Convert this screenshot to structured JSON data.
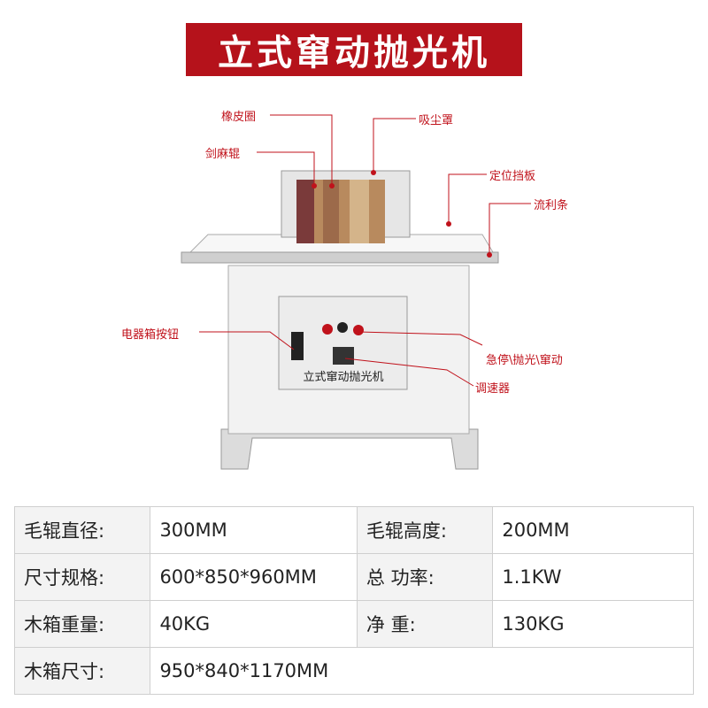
{
  "title": "立式窜动抛光机",
  "machine_panel_text": "立式窜动抛光机",
  "callouts": {
    "rubber_ring": "橡皮圈",
    "sword_roller": "剑麻辊",
    "dust_hood": "吸尘罩",
    "fence": "定位挡板",
    "flow_strip": "流利条",
    "electric_buttons": "电器箱按钮",
    "estop": "急停\\抛光\\窜动",
    "speed": "调速器"
  },
  "specs": {
    "roller_diameter_label": "毛辊直径:",
    "roller_diameter_value": "300MM",
    "roller_height_label": "毛辊高度:",
    "roller_height_value": "200MM",
    "size_label": "尺寸规格:",
    "size_value": "600*850*960MM",
    "power_label": "总 功率:",
    "power_value": "1.1KW",
    "box_weight_label": "木箱重量:",
    "box_weight_value": "40KG",
    "net_weight_label": "净   重:",
    "net_weight_value": "130KG",
    "box_size_label": "木箱尺寸:",
    "box_size_value": "950*840*1170MM"
  },
  "colors": {
    "accent": "#b5121b",
    "callout": "#c0121b"
  }
}
